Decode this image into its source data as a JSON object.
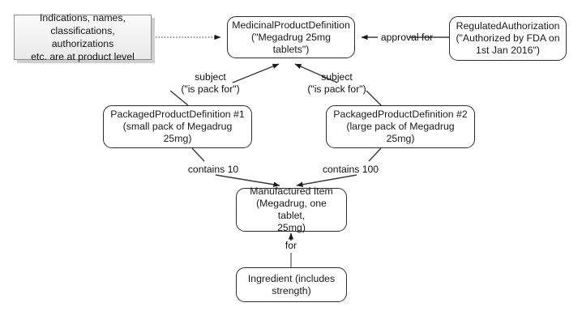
{
  "diagram": {
    "title": "FHIR Medicinal Product Definition relationships",
    "background_color": "#ffffff",
    "node_border_color": "#2b2b2b",
    "note_fill_color": "#f1f1f1",
    "note_border_color": "#8c8c8c",
    "note_shadow_color": "#cfcfcf",
    "text_color": "#111111"
  },
  "nodes": {
    "note": {
      "text": "Indications, names,\nclassifications, authorizations\netc. are at product level"
    },
    "medicinal_product_definition": {
      "text": "MedicinalProductDefinition\n(\"Megadrug 25mg tablets\")"
    },
    "regulated_authorization": {
      "text": "RegulatedAuthorization\n(\"Authorized by FDA on\n1st Jan 2016\")"
    },
    "packaged_product_definition_1": {
      "text": "PackagedProductDefinition #1\n(small pack of Megadrug 25mg)"
    },
    "packaged_product_definition_2": {
      "text": "PackagedProductDefinition #2\n(large pack of Megadrug 25mg)"
    },
    "manufactured_item": {
      "text": "Manufactured Item\n(Megadrug, one tablet,\n25mg)"
    },
    "ingredient": {
      "text": "Ingredient (includes\nstrength)"
    }
  },
  "edge_labels": {
    "approval_for": "approval for",
    "subject_left": "subject\n(\"is pack for\")",
    "subject_right": "subject\n(\"is pack for\")",
    "contains_10": "contains 10",
    "contains_100": "contains 100",
    "for": "for"
  }
}
